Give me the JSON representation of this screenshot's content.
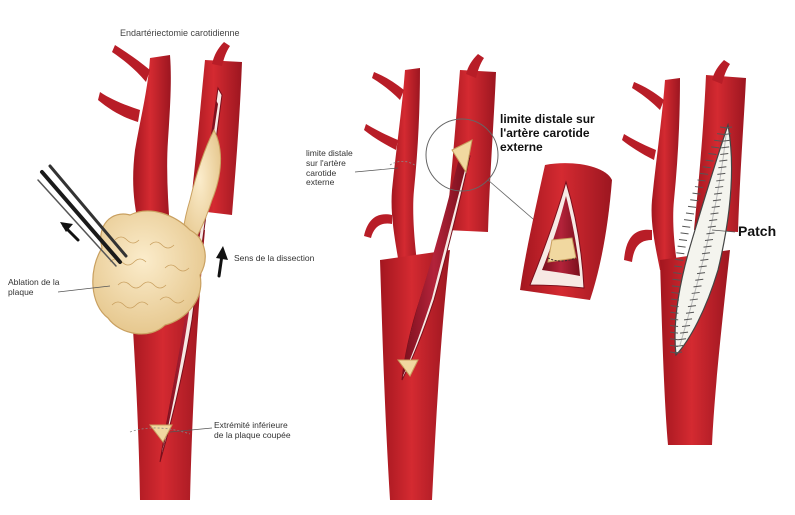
{
  "title": "Endartériectomie carotidienne",
  "labels": {
    "ablation": "Ablation de la\nplaque",
    "dissection": "Sens de la dissection",
    "extremite": "Extrémité inférieure\nde la plaque coupée",
    "limite_small": "limite distale\nsur l'artère\ncarotide\nexterne",
    "limite_big": "limite distale sur\nl'artère carotide\nexterne",
    "patch": "Patch"
  },
  "colors": {
    "artery": "#c8202a",
    "artery_dark": "#8e1420",
    "lumen": "#a8192c",
    "plaque": "#f1d8a0",
    "plaque_edge": "#c9a060",
    "patch": "#f4f4ee",
    "stitch": "#555555"
  },
  "icons": [
    "forceps-icon",
    "arrow-up-icon",
    "arrow-upleft-icon",
    "magnifier-circle-icon"
  ]
}
